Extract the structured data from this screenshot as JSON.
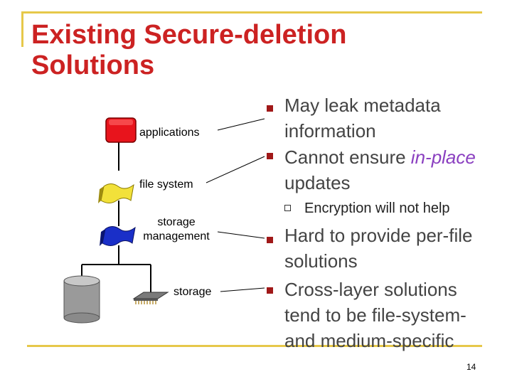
{
  "slide": {
    "title": "Existing Secure-deletion Solutions",
    "page_number": "14"
  },
  "diagram": {
    "layers": [
      {
        "label": "applications",
        "icon": "application-block-icon",
        "color": "#e8141c"
      },
      {
        "label": "file system",
        "icon": "file-system-icon",
        "color": "#f2e13a"
      },
      {
        "label": "storage management",
        "icon": "storage-management-icon",
        "color": "#1a2fc8"
      },
      {
        "label": "storage",
        "icon": "storage-chip-icon",
        "color": "#8a8a8a"
      }
    ],
    "disk_icon": "disk-cylinder-icon"
  },
  "bullets": {
    "b1": "May leak metadata information",
    "b2_pre": "Cannot ensure ",
    "b2_accent": "in-place",
    "b2_post": " updates",
    "sub1": "Encryption will not help",
    "b3": "Hard to provide per-file solutions",
    "b4": "Cross-layer solutions tend to be file-system-and medium-specific"
  },
  "colors": {
    "title": "#cc2222",
    "rule": "#e6c84a",
    "bullet_marker": "#a01818",
    "accent": "#8a3fc0"
  }
}
